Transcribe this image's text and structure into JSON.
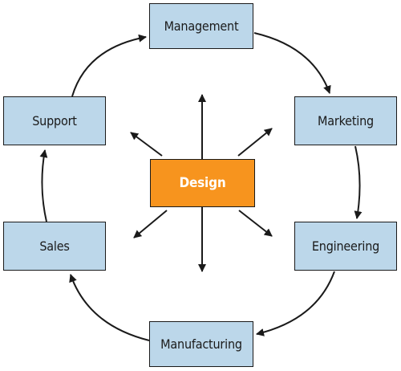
{
  "diagram": {
    "cycle_nodes": [
      {
        "id": "management",
        "label": "Management"
      },
      {
        "id": "marketing",
        "label": "Marketing"
      },
      {
        "id": "engineering",
        "label": "Engineering"
      },
      {
        "id": "manufacturing",
        "label": "Manufacturing"
      },
      {
        "id": "sales",
        "label": "Sales"
      },
      {
        "id": "support",
        "label": "Support"
      }
    ],
    "center_node": {
      "id": "design",
      "label": "Design"
    },
    "cycle_edges": [
      {
        "from": "management",
        "to": "marketing"
      },
      {
        "from": "marketing",
        "to": "engineering"
      },
      {
        "from": "engineering",
        "to": "manufacturing"
      },
      {
        "from": "manufacturing",
        "to": "sales"
      },
      {
        "from": "sales",
        "to": "support"
      },
      {
        "from": "support",
        "to": "management"
      }
    ],
    "radial_arrows": [
      "up",
      "up-left",
      "up-right",
      "down",
      "down-left",
      "down-right"
    ],
    "colors": {
      "node_fill": "#bcd7ea",
      "center_fill": "#f7941e",
      "center_text": "#ffffff",
      "stroke": "#1a1a1a"
    }
  }
}
